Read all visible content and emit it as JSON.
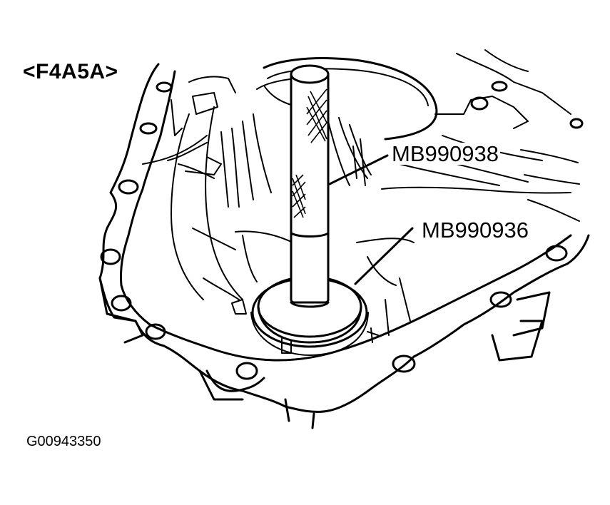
{
  "figure": {
    "model_label": "<F4A5A>",
    "figure_id": "G00943350",
    "line_color": "#000000",
    "background_color": "#ffffff"
  },
  "callouts": [
    {
      "label": "MB990938",
      "target": "installer-bar"
    },
    {
      "label": "MB990936",
      "target": "installer-adapter"
    }
  ]
}
